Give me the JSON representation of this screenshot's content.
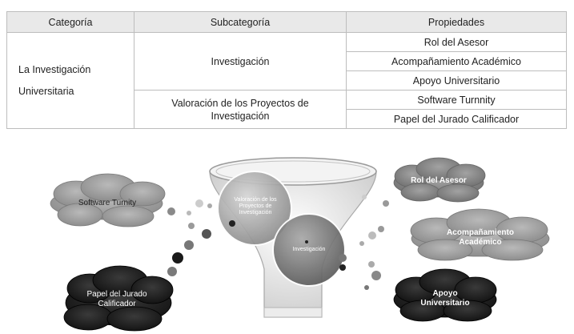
{
  "table": {
    "headers": [
      "Categoría",
      "Subcategoría",
      "Propiedades"
    ],
    "category": "La Investigación Universitaria",
    "category_line1": "La Investigación",
    "category_line2": "Universitaria",
    "subcategories": [
      "Investigación",
      "Valoración de los Proyectos de Investigación"
    ],
    "subcategory2_line1": "Valoración de los Proyectos de",
    "subcategory2_line2": "Investigación",
    "properties": [
      "Rol del Asesor",
      "Acompañamiento Académico",
      "Apoyo Universitario",
      "Software Turnnity",
      "Papel del Jurado Calificador"
    ]
  },
  "diagram": {
    "left_clouds": {
      "software": "Software Turnity",
      "jurado": "Papel del Jurado Calificador"
    },
    "right_clouds": {
      "rol": "Rol del Asesor",
      "acompanamiento": "Acompañamiento Académico",
      "apoyo": "Apoyo Universitario"
    },
    "funnel_circles": {
      "valoracion": "Valoración de los Proyectos de Investigación",
      "investigacion": "Investigación"
    }
  }
}
